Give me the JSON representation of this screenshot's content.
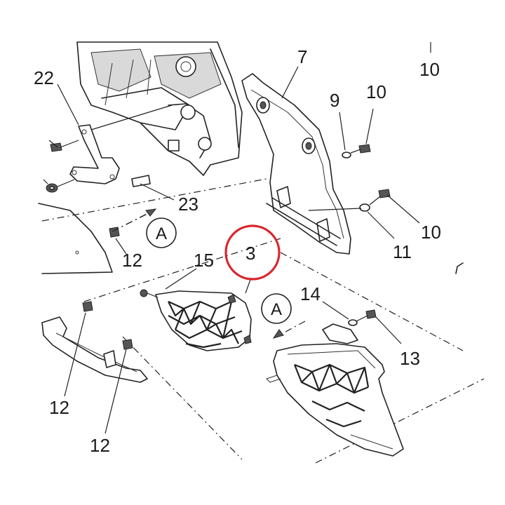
{
  "callouts": {
    "c22": "22",
    "c7": "7",
    "c10_top": "10",
    "c9": "9",
    "c10_a": "10",
    "c23": "23",
    "c10_b": "10",
    "c11": "11",
    "c12_a": "12",
    "c15": "15",
    "c3": "3",
    "c14": "14",
    "c13": "13",
    "c12_b": "12",
    "c12_c": "12"
  },
  "view_markers": {
    "a_upper": "A",
    "a_lower": "A"
  },
  "colors": {
    "highlight_ring": "#d9262c",
    "line": "#222222",
    "background": "#ffffff"
  }
}
